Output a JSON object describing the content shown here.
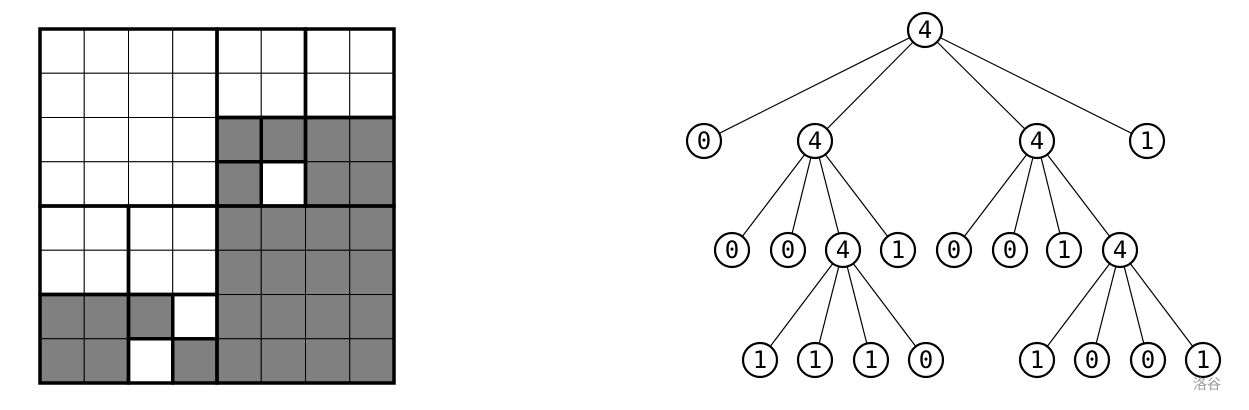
{
  "grid": {
    "size": 8,
    "rows": [
      [
        0,
        0,
        0,
        0,
        0,
        0,
        0,
        0
      ],
      [
        0,
        0,
        0,
        0,
        0,
        0,
        0,
        0
      ],
      [
        0,
        0,
        0,
        0,
        1,
        1,
        1,
        1
      ],
      [
        0,
        0,
        0,
        0,
        1,
        0,
        1,
        1
      ],
      [
        0,
        0,
        0,
        0,
        1,
        1,
        1,
        1
      ],
      [
        0,
        0,
        0,
        0,
        1,
        1,
        1,
        1
      ],
      [
        1,
        1,
        1,
        0,
        1,
        1,
        1,
        1
      ],
      [
        1,
        1,
        0,
        1,
        1,
        1,
        1,
        1
      ]
    ],
    "colors": {
      "filled": "#808080",
      "empty": "#ffffff",
      "line": "#000000"
    }
  },
  "tree": {
    "nodes": [
      {
        "id": "n0",
        "label": "4",
        "depth": 0,
        "parent": null
      },
      {
        "id": "n1",
        "label": "0",
        "depth": 1,
        "parent": "n0"
      },
      {
        "id": "n2",
        "label": "4",
        "depth": 1,
        "parent": "n0"
      },
      {
        "id": "n3",
        "label": "4",
        "depth": 1,
        "parent": "n0"
      },
      {
        "id": "n4",
        "label": "1",
        "depth": 1,
        "parent": "n0"
      },
      {
        "id": "n5",
        "label": "0",
        "depth": 2,
        "parent": "n2"
      },
      {
        "id": "n6",
        "label": "0",
        "depth": 2,
        "parent": "n2"
      },
      {
        "id": "n7",
        "label": "4",
        "depth": 2,
        "parent": "n2"
      },
      {
        "id": "n8",
        "label": "1",
        "depth": 2,
        "parent": "n2"
      },
      {
        "id": "n9",
        "label": "0",
        "depth": 2,
        "parent": "n3"
      },
      {
        "id": "n10",
        "label": "0",
        "depth": 2,
        "parent": "n3"
      },
      {
        "id": "n11",
        "label": "1",
        "depth": 2,
        "parent": "n3"
      },
      {
        "id": "n12",
        "label": "4",
        "depth": 2,
        "parent": "n3"
      },
      {
        "id": "n13",
        "label": "1",
        "depth": 3,
        "parent": "n7"
      },
      {
        "id": "n14",
        "label": "1",
        "depth": 3,
        "parent": "n7"
      },
      {
        "id": "n15",
        "label": "1",
        "depth": 3,
        "parent": "n7"
      },
      {
        "id": "n16",
        "label": "0",
        "depth": 3,
        "parent": "n7"
      },
      {
        "id": "n17",
        "label": "1",
        "depth": 3,
        "parent": "n12"
      },
      {
        "id": "n18",
        "label": "0",
        "depth": 3,
        "parent": "n12"
      },
      {
        "id": "n19",
        "label": "0",
        "depth": 3,
        "parent": "n12"
      },
      {
        "id": "n20",
        "label": "1",
        "depth": 3,
        "parent": "n12"
      }
    ]
  },
  "watermark": "洛谷"
}
